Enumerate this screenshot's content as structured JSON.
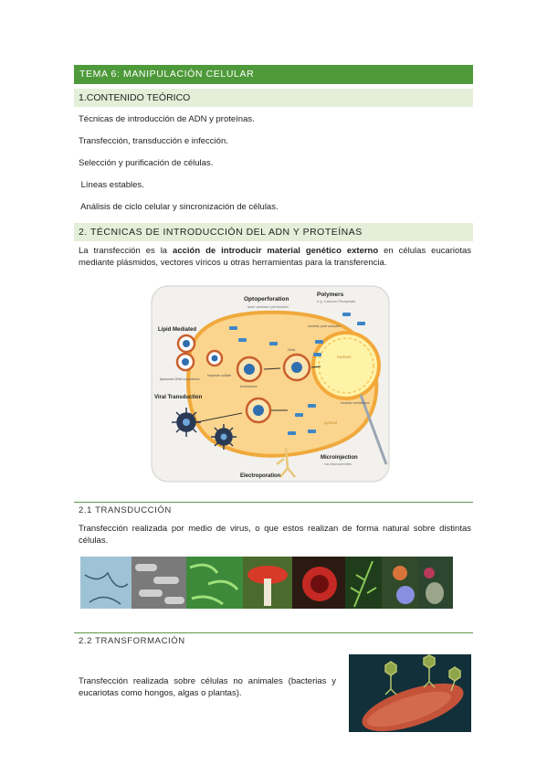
{
  "banner": {
    "title": "TEMA 6: MANIPULACIÓN CELULAR"
  },
  "section1": {
    "heading": "1.CONTENIDO TEÓRICO",
    "items": [
      "Técnicas de introducción de ADN y proteínas.",
      "Transfección, transducción e infección.",
      "Selección y purificación de células.",
      " Líneas estables.",
      " Análisis de ciclo celular y sincronización de células."
    ]
  },
  "section2": {
    "heading": "2. TÉCNICAS DE INTRODUCCIÓN DEL ADN Y PROTEÍNAS",
    "para_pre": "La transfección es la ",
    "para_bold": "acción de introducir material genético externo",
    "para_post": " en células eucariotas mediante plásmidos, vectores víricos u otras herramientas para la transferencia."
  },
  "diagram": {
    "optoperforation": "Optoperforation",
    "optoperforation_sub": "laser-assisted perforation",
    "polymers": "Polymers",
    "polymers_sub": "e.g. Calcium Phosphate",
    "lipid": "Lipid Mediated",
    "liposome": "liposome-DNA complexes",
    "heparan": "heparan sulfate",
    "endosome": "endosome",
    "dna": "DNA",
    "npc": "nuclear pore complex",
    "nucleus": "nucleus",
    "nuclear_membrane": "nuclear membrane",
    "cytosol": "cytosol",
    "viral": "Viral Transduction",
    "microinjection": "Microinjection",
    "micro_sub": "via microneedles",
    "electroporation": "Electroporation"
  },
  "section21": {
    "heading": "2.1 TRANSDUCCIÓN",
    "text": "Transfección realizada por medio de virus, o que estos realizan de forma natural sobre distintas células."
  },
  "section22": {
    "heading": "2.2 TRANSFORMACIÓN",
    "text": "Transfección realizada sobre células no animales (bacterias y eucariotas como hongos, algas o plantas)."
  },
  "colors": {
    "accent": "#4e9a3a",
    "band": "#e4efd9",
    "cell": "#f5b955"
  }
}
